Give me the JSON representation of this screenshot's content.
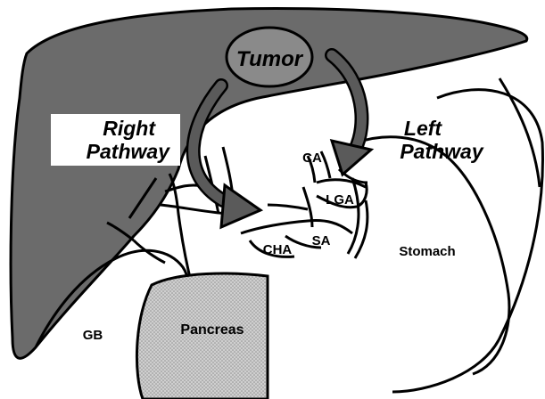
{
  "labels": {
    "tumor": "Tumor",
    "right_pathway_line1": "Right",
    "right_pathway_line2": "Pathway",
    "left_pathway_line1": "Left",
    "left_pathway_line2": "Pathway",
    "ca": "CA",
    "lga": "LGA",
    "cha": "CHA",
    "sa": "SA",
    "stomach": "Stomach",
    "gb": "GB",
    "pancreas": "Pancreas"
  },
  "colors": {
    "liver": "#6b6b6b",
    "tumor": "#8a8a8a",
    "arrow": "#5a5a5a",
    "pancreas": "#c4c4c4",
    "outline": "#000000",
    "background": "#ffffff"
  }
}
